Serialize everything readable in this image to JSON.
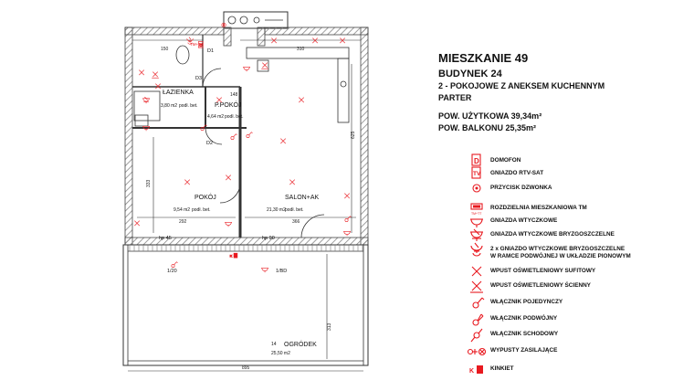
{
  "colors": {
    "wall": "#555555",
    "symbol": "#e8191f",
    "line": "#222222",
    "hatch": "#9a9a9a"
  },
  "header": {
    "title": "MIESZKANIE 49",
    "building": "BUDYNEK 24",
    "type": "2 - POKOJOWE Z ANEKSEM KUCHENNYM",
    "floor": "PARTER",
    "usable_area": "POW. UŻYTKOWA 39,34m²",
    "balcony_area": "POW. BALKONU 25,35m²"
  },
  "legend": [
    {
      "icon": "intercom-icon",
      "label": "DOMOFON"
    },
    {
      "icon": "tv-socket-icon",
      "label": "GNIAZDO RTV-SAT"
    },
    {
      "icon": "doorbell-icon",
      "label": "PRZYCISK DZWONKA"
    },
    {
      "icon": "distribution-board-icon",
      "label": "ROZDZIELNIA MIESZKANIOWA TM",
      "code": "TM+TT"
    },
    {
      "icon": "power-socket-icon",
      "label": "GNIAZDA WTYCZKOWE"
    },
    {
      "icon": "splashproof-socket-icon",
      "label": "GNIAZDA WTYCZKOWE BRYZGOSZCZELNE"
    },
    {
      "icon": "double-splashproof-socket-icon",
      "label": "2 x GNIAZDO WTYCZKOWE BRYZGOSZCZELNE",
      "label2": "W RAMCE PODWÓJNEJ W UKŁADZIE PIONOWYM"
    },
    {
      "icon": "ceiling-light-icon",
      "label": "WPUST OŚWIETLENIOWY SUFITOWY"
    },
    {
      "icon": "wall-light-icon",
      "label": "WPUST OŚWIETLENIOWY ŚCIENNY"
    },
    {
      "icon": "single-switch-icon",
      "label": "WŁĄCZNIK POJEDYNCZY"
    },
    {
      "icon": "double-switch-icon",
      "label": "WŁĄCZNIK PODWÓJNY"
    },
    {
      "icon": "staircase-switch-icon",
      "label": "WŁĄCZNIK SCHODOWY"
    },
    {
      "icon": "power-outlets-icon",
      "label": "WYPUSTY ZASILAJĄCE"
    },
    {
      "icon": "wall-lamp-icon",
      "label": "KINKIET",
      "code": "K"
    }
  ],
  "plan": {
    "rooms": [
      {
        "name": "ŁAZIENKA",
        "area": "3,80 m2",
        "floor": "podł. bet."
      },
      {
        "name": "P.POKÓJ",
        "area": "4,64 m2",
        "floor": "podł. bet."
      },
      {
        "name": "POKÓJ",
        "area": "9,54 m2",
        "floor": "podł. bet."
      },
      {
        "name": "SALON+AK",
        "area": "21,30 m2",
        "floor": "podł. bet."
      },
      {
        "name": "OGRÓDEK",
        "area": "25,50 m2",
        "number": "14"
      }
    ],
    "dimensions": [
      "150",
      "310",
      "625",
      "333",
      "292",
      "366",
      "895",
      "313",
      "148"
    ],
    "labels": {
      "door1": "D1",
      "door2": "D2",
      "door3": "D3",
      "hp1": "hp 45",
      "hp2": "hp 90",
      "w1": "1/20",
      "w2": "1/BD",
      "tm": "TM+TT"
    }
  }
}
